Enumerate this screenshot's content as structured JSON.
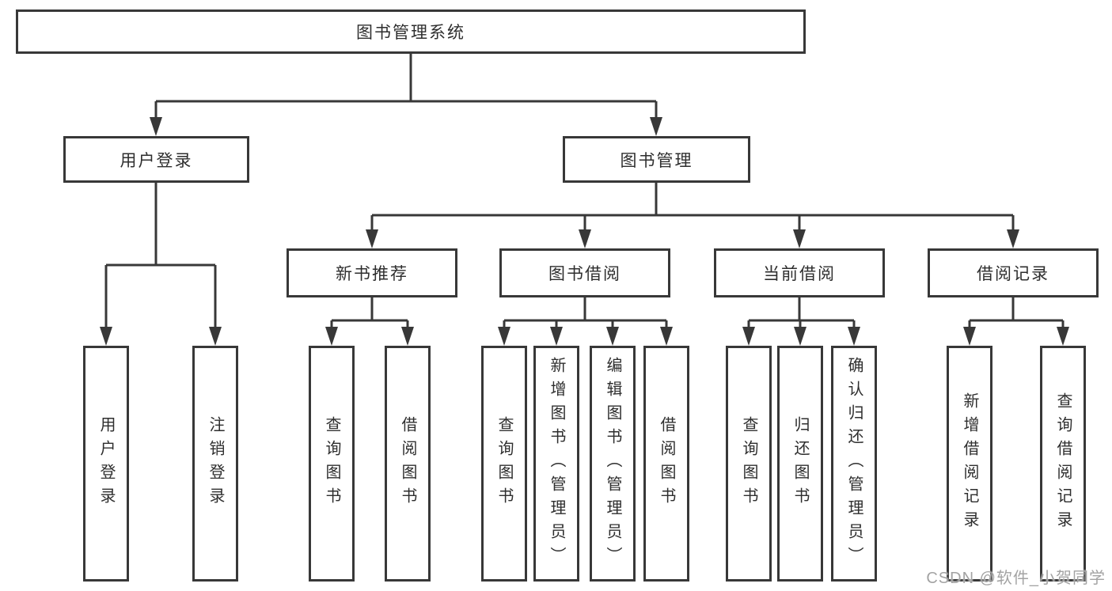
{
  "diagram": {
    "type": "tree",
    "title": "图书管理系统",
    "hierarchy": {
      "图书管理系统": {
        "用户登录": [
          "用户登录",
          "注销登录"
        ],
        "图书管理": {
          "新书推荐": [
            "查询图书",
            "借阅图书"
          ],
          "图书借阅": [
            "查询图书",
            "新增图书（管理员）",
            "编辑图书（管理员）",
            "借阅图书"
          ],
          "当前借阅": [
            "查询图书",
            "归还图书",
            "确认归还（管理员）"
          ],
          "借阅记录": [
            "新增借阅记录",
            "查询借阅记录"
          ]
        }
      }
    }
  },
  "nodes": {
    "root": "图书管理系统",
    "user_login": "用户登录",
    "book_mgmt": "图书管理",
    "new_book": "新书推荐",
    "book_borrow": "图书借阅",
    "current_borrow": "当前借阅",
    "borrow_record": "借阅记录",
    "login": "用户登录",
    "logout": "注销登录",
    "nb_query": "查询图书",
    "nb_borrow": "借阅图书",
    "bb_query": "查询图书",
    "bb_add": "新增图书（管理员）",
    "bb_edit": "编辑图书（管理员）",
    "bb_borrow": "借阅图书",
    "cb_query": "查询图书",
    "cb_return": "归还图书",
    "cb_confirm": "确认归还（管理员）",
    "br_add": "新增借阅记录",
    "br_query": "查询借阅记录"
  },
  "watermark": "CSDN @软件_小贺同学",
  "colors": {
    "line": "#383838",
    "box_border": "#383838",
    "box_fill": "#ffffff",
    "text": "#2e2e2e",
    "watermark": "#a3a3a3",
    "background": "#ffffff"
  }
}
